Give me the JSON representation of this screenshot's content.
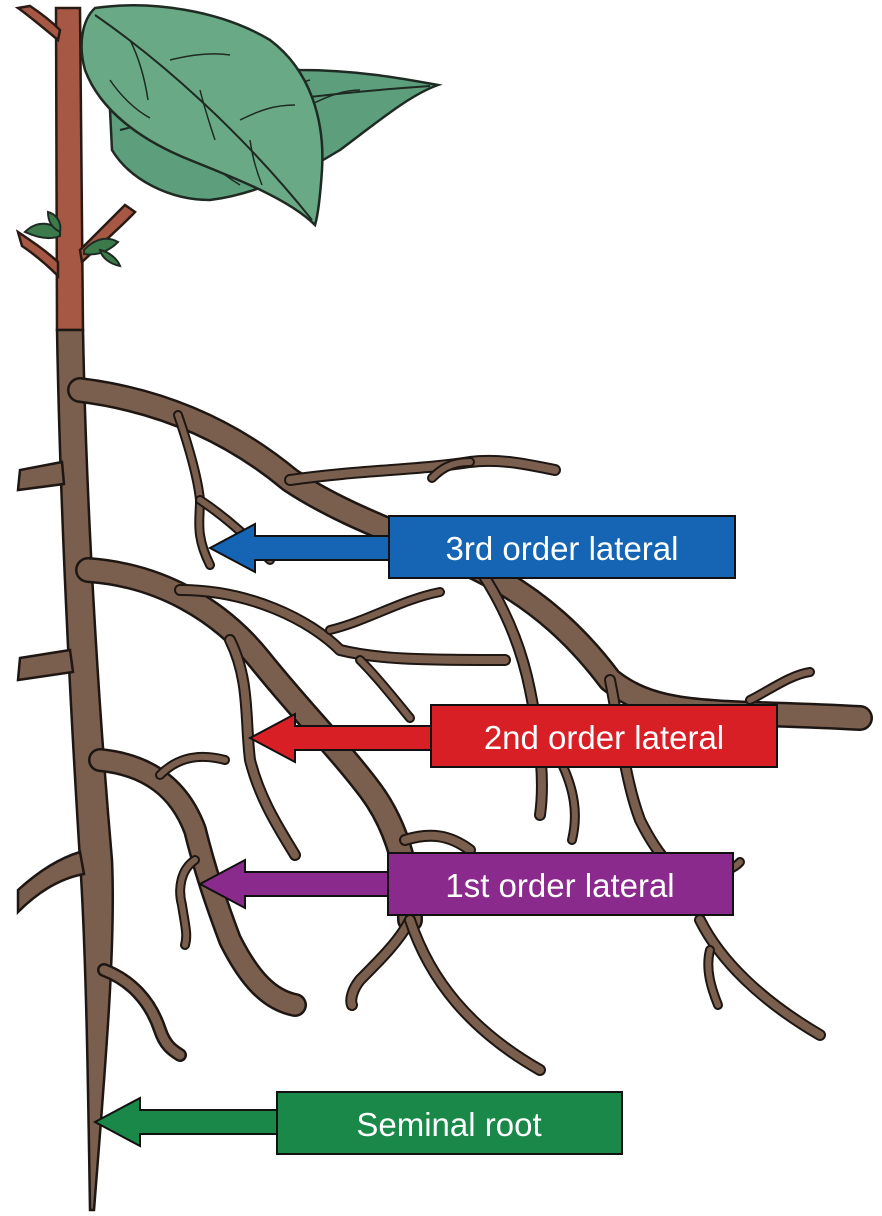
{
  "labels": {
    "third_order": "3rd order lateral",
    "second_order": "2nd order lateral",
    "first_order": "1st order lateral",
    "seminal": "Seminal root"
  },
  "colors": {
    "third_order": "#1565b4",
    "second_order": "#d91f26",
    "first_order": "#8a2a8c",
    "seminal": "#1a8848",
    "root": "#7a5f4e",
    "stem": "#a65844",
    "leaf": "#5d9f7c"
  }
}
